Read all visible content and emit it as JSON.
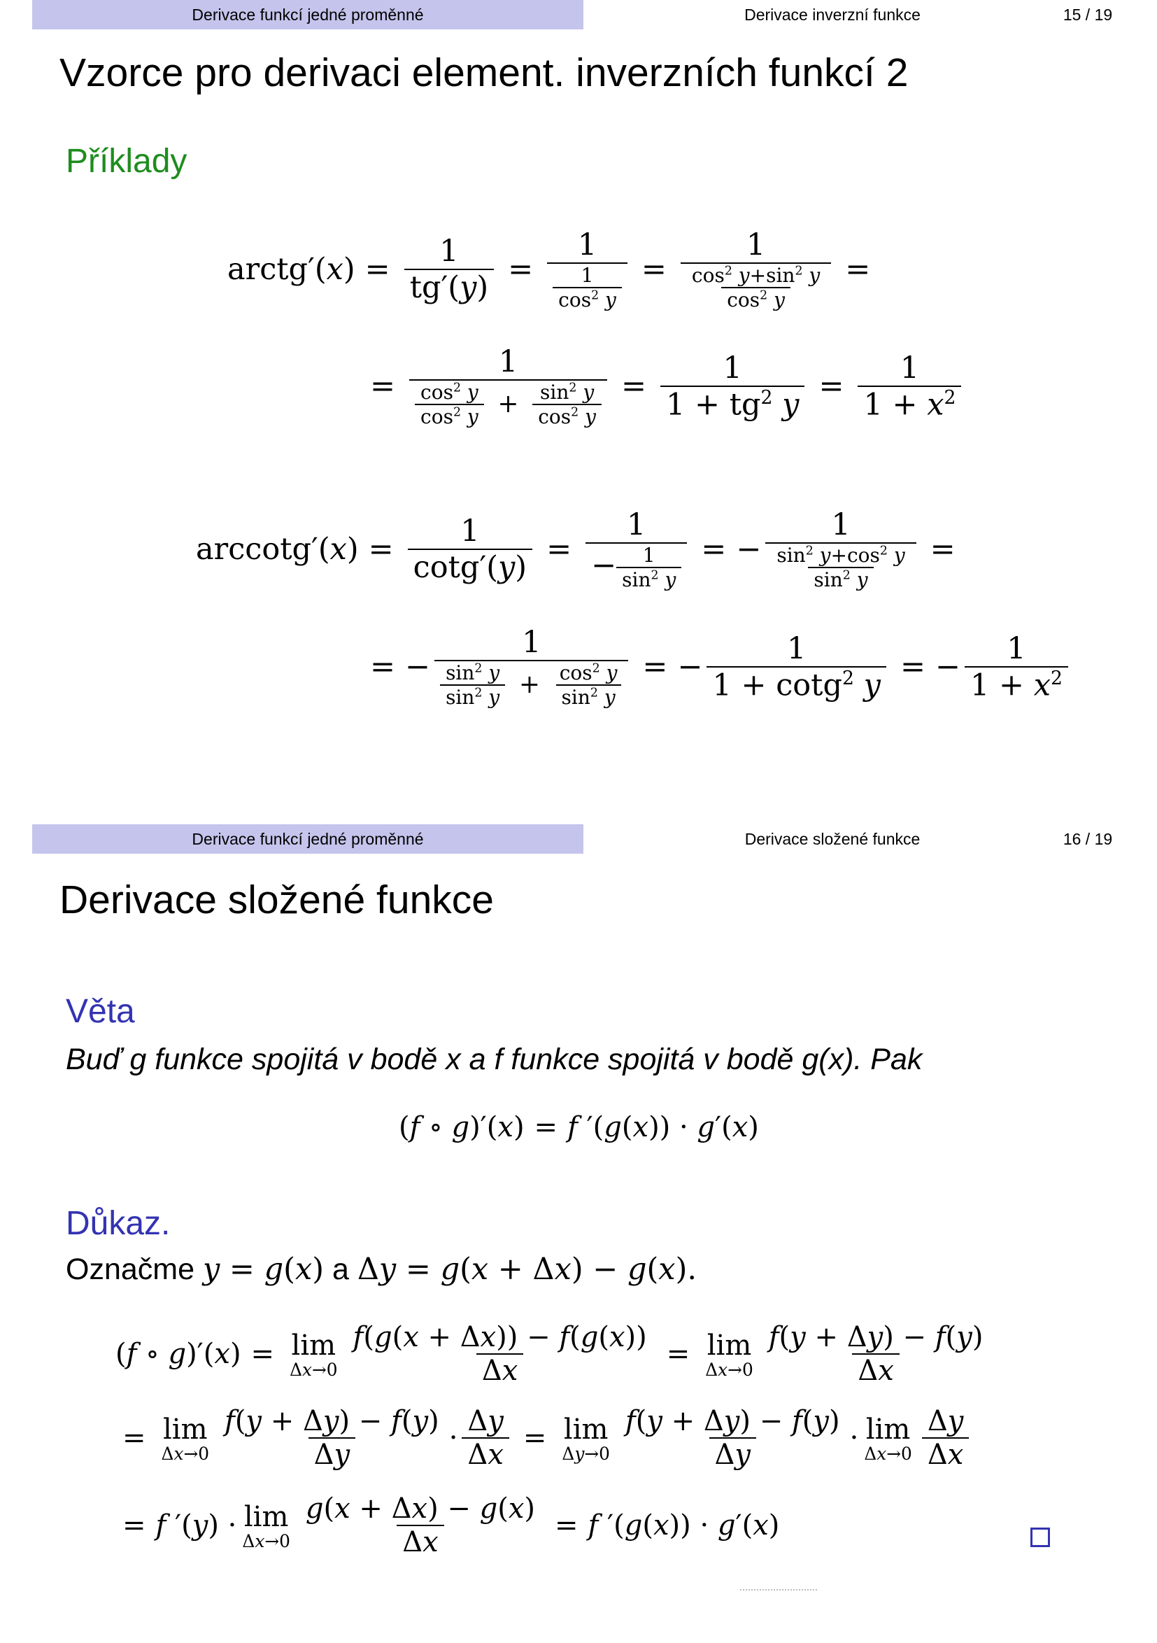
{
  "slide1": {
    "header": {
      "left": "Derivace funkcí jedné proměnné",
      "mid": "Derivace inverzní funkce",
      "page": "15 / 19"
    },
    "title": "Vzorce pro derivaci element. inverzních funkcí 2",
    "block_title": "Příklady"
  },
  "slide2": {
    "header": {
      "left": "Derivace funkcí jedné proměnné",
      "mid": "Derivace složené funkce",
      "page": "16 / 19"
    },
    "title": "Derivace složené funkce",
    "theorem_title": "Věta",
    "theorem_text": "Buď g funkce spojitá v bodě x a f funkce spojitá v bodě g(x). Pak",
    "proof_title": "Důkaz.",
    "proof_intro_word": "Označme",
    "proof_intro_and": "a"
  }
}
